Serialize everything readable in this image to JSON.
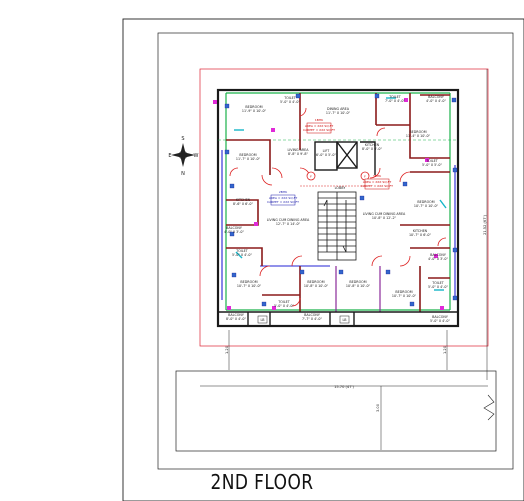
{
  "floor_title": "2ND FLOOR",
  "compass": {
    "n": "N",
    "s": "S",
    "e": "E",
    "w": "W"
  },
  "dimensions": {
    "width": "15.70 (47')",
    "depth": "21.52 (67')",
    "setback_side_a": "1.20",
    "setback_side_b": "1.20",
    "setback_front": "3.00"
  },
  "rooms": {
    "bedroom_tl": {
      "name": "BEDROOM",
      "size": "11'-9\" X 10'-0\""
    },
    "toilet_t1": {
      "name": "TOILET",
      "size": "5'-0\" X 4'-0\""
    },
    "dining_top": {
      "name": "DINING AREA",
      "size": "11'-7\" X 10'-0\""
    },
    "toilet_tr": {
      "name": "TOILET",
      "size": "7'-0\" X 4'-0\""
    },
    "balcony_tr": {
      "name": "BALCONY",
      "size": "4'-0\" X 4'-0\""
    },
    "bedroom_tr": {
      "name": "BEDROOM",
      "size": "11'-4\" X 10'-0\""
    },
    "living_top": {
      "name": "LIVING AREA",
      "size": "8'-8\" X 9'-8\""
    },
    "bedroom_ml": {
      "name": "BEDROOM",
      "size": "11'-7\" X 10'-0\""
    },
    "lift": {
      "name": "LIFT",
      "size": "6'-0\" X 5'-0\""
    },
    "kitchen_top": {
      "name": "KITCHEN",
      "size": "8'-0\" X 6'-0\""
    },
    "toilet_mr": {
      "name": "TOILET",
      "size": "5'-0\" X 5'-0\""
    },
    "bedroom_mr": {
      "name": "BEDROOM",
      "size": "10'-7\" X 10'-0\""
    },
    "kitchen_left": {
      "name": "KITCHEN",
      "size": "8'-6\" X 6'-0\""
    },
    "balcony_ml": {
      "name": "BALCONY",
      "size": "4'-0\" X 3'-0\""
    },
    "toilet_ml": {
      "name": "TOILET",
      "size": "5'-0\" X 4'-0\""
    },
    "living_left": {
      "name": "LIVING CUM DINING AREA",
      "size": "12'-7\" X 14'-0\""
    },
    "living_right": {
      "name": "LIVING CUM DINING AREA",
      "size": "10'-8\" X 12'-2\""
    },
    "kitchen_right": {
      "name": "KITCHEN",
      "size": "10'-7\" X 6'-0\""
    },
    "balcony_mr": {
      "name": "BALCONY",
      "size": "4'-0\" X 3'-0\""
    },
    "bedroom_bl": {
      "name": "BEDROOM",
      "size": "10'-7\" X 10'-0\""
    },
    "bedroom_bc1": {
      "name": "BEDROOM",
      "size": "10'-8\" X 10'-0\""
    },
    "bedroom_bc2": {
      "name": "BEDROOM",
      "size": "10'-8\" X 10'-0\""
    },
    "bedroom_br": {
      "name": "BEDROOM",
      "size": "10'-7\" X 10'-0\""
    },
    "toilet_br": {
      "name": "TOILET",
      "size": "5'-0\" X 4'-0\""
    },
    "toilet_bc": {
      "name": "TOILET",
      "size": "5'-0\" X 4'-0\""
    },
    "balcony_bl": {
      "name": "BALCONY",
      "size": "8'-0\" X 4'-0\""
    },
    "balcony_bc": {
      "name": "BALCONY",
      "size": "7'-7\" X 4'-0\""
    },
    "balcony_br": {
      "name": "BALCONY",
      "size": "5'-0\" X 4'-0\""
    },
    "lobby": {
      "name": "LOBBY",
      "size": ""
    }
  },
  "unit_tags": {
    "unit1": {
      "id": "1BHK",
      "area": "AREA = XXX SQ.FT",
      "carpet": "CARPET = XXX SQ.FT"
    },
    "unit2": {
      "id": "2BHK",
      "area": "AREA = XXX SQ.FT",
      "carpet": "CARPET = XXX SQ.FT"
    },
    "unit3": {
      "id": "3BHK",
      "area": "AREA = XXX SQ.FT",
      "carpet": "CARPET = XXX SQ.FT"
    }
  },
  "markers": {
    "lb": "LB",
    "f1": "F",
    "f2": "F"
  }
}
